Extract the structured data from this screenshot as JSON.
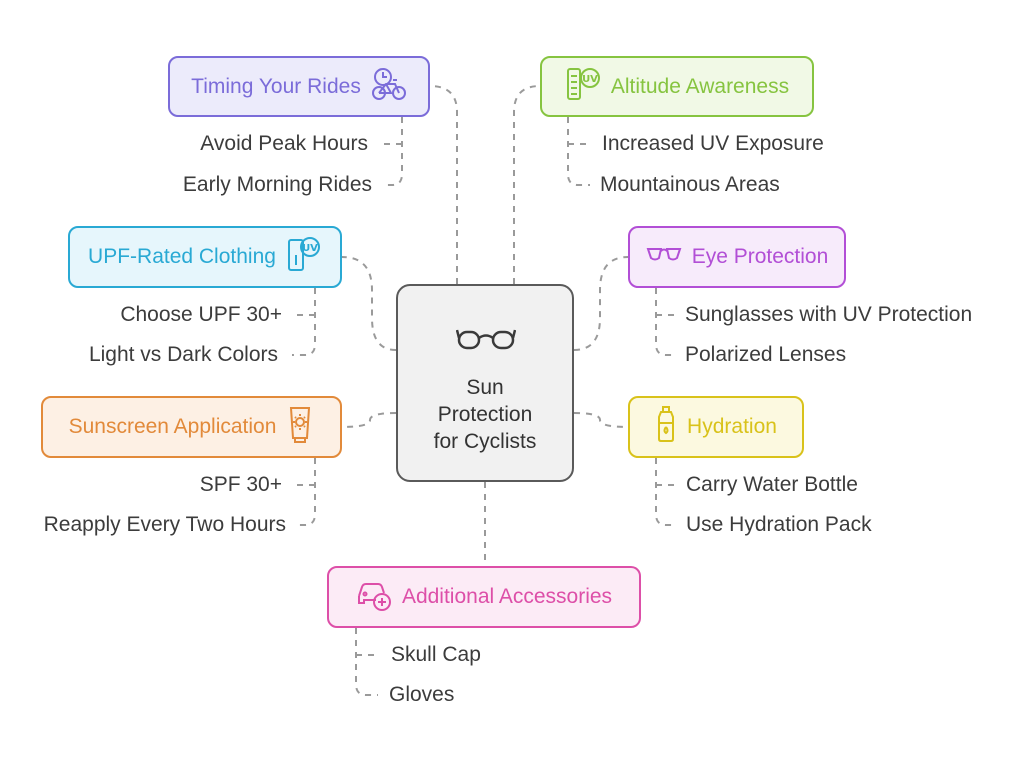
{
  "center": {
    "lines": [
      "Sun",
      "Protection",
      "for Cyclists"
    ],
    "icon": "glasses-icon"
  },
  "branches": [
    {
      "id": "timing",
      "title": "Timing Your Rides",
      "icon": "clock-bike-icon",
      "color": "#7b6cd9",
      "fill": "#ecebfb",
      "items": [
        "Avoid Peak Hours",
        "Early Morning Rides"
      ]
    },
    {
      "id": "altitude",
      "title": "Altitude Awareness",
      "icon": "uv-meter-icon",
      "color": "#86c440",
      "fill": "#f1f9e6",
      "items": [
        "Increased UV Exposure",
        "Mountainous Areas"
      ]
    },
    {
      "id": "upf",
      "title": "UPF-Rated Clothing",
      "icon": "uv-tag-icon",
      "color": "#29a9d4",
      "fill": "#e6f6fc",
      "items": [
        "Choose UPF 30+",
        "Light vs Dark Colors"
      ]
    },
    {
      "id": "eye",
      "title": "Eye Protection",
      "icon": "sunglasses-icon",
      "color": "#b24fd6",
      "fill": "#f7ebfb",
      "items": [
        "Sunglasses with UV Protection",
        "Polarized Lenses"
      ]
    },
    {
      "id": "sunscreen",
      "title": "Sunscreen Application",
      "icon": "sunscreen-tube-icon",
      "color": "#e28a3a",
      "fill": "#fdf0e4",
      "items": [
        "SPF 30+",
        "Reapply Every Two Hours"
      ]
    },
    {
      "id": "hydration",
      "title": "Hydration",
      "icon": "water-bottle-icon",
      "color": "#d9c21a",
      "fill": "#fcf9e0",
      "items": [
        "Carry Water Bottle",
        "Use Hydration Pack"
      ]
    },
    {
      "id": "accessories",
      "title": "Additional Accessories",
      "icon": "car-plus-icon",
      "color": "#dd4fa8",
      "fill": "#fcebf6",
      "items": [
        "Skull Cap",
        "Gloves"
      ]
    }
  ]
}
